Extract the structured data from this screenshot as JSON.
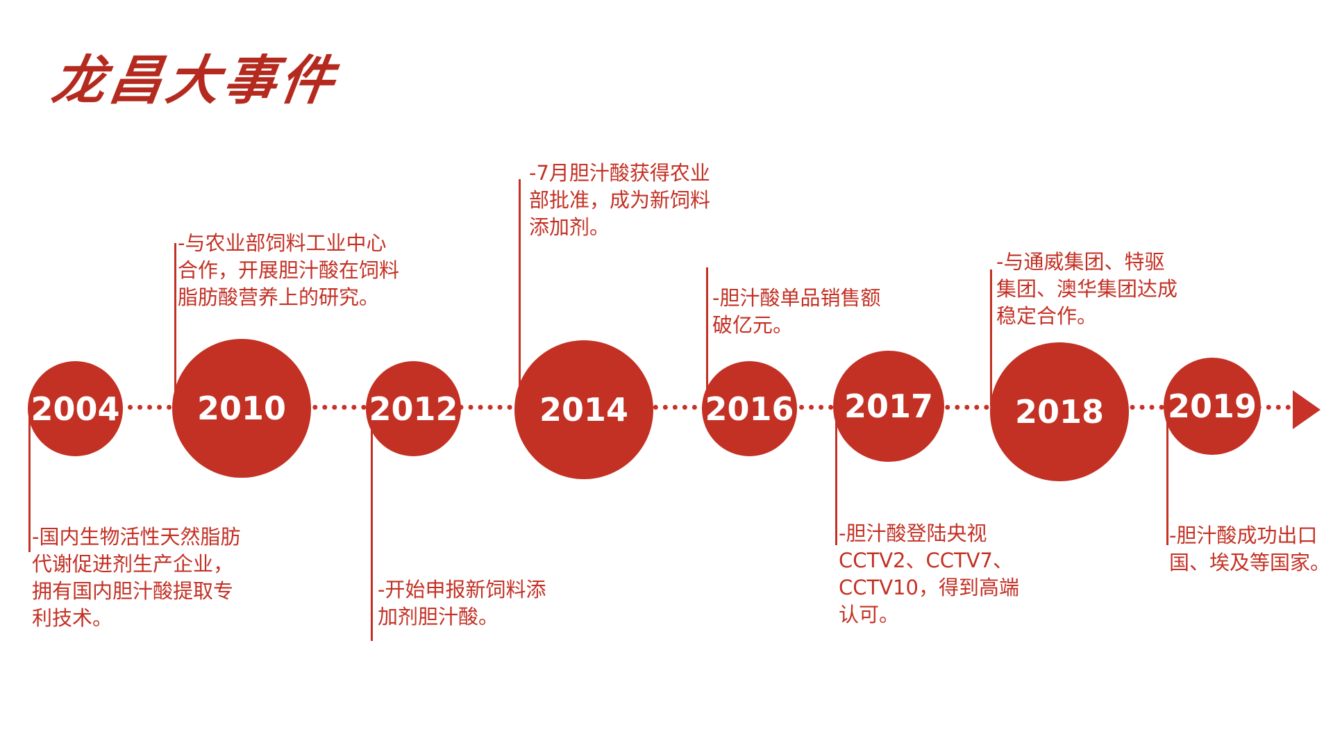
{
  "title": "龙昌大事件",
  "timeline": [
    {
      "year": "2004",
      "text": "-国内生物活性天然脂肪\n代谢促进剂生产企业，\n拥有国内胆汁酸提取专\n利技术。"
    },
    {
      "year": "2010",
      "text": "-与农业部饲料工业中心\n合作，开展胆汁酸在饲料\n脂肪酸营养上的研究。"
    },
    {
      "year": "2012",
      "text": "-开始申报新饲料添\n加剂胆汁酸。"
    },
    {
      "year": "2014",
      "text": "-7月胆汁酸获得农业\n部批准，成为新饲料\n添加剂。"
    },
    {
      "year": "2016",
      "text": "-胆汁酸单品销售额\n破亿元。"
    },
    {
      "year": "2017",
      "text": "-胆汁酸登陆央视\nCCTV2、CCTV7、\nCCTV10，得到高端\n认可。"
    },
    {
      "year": "2018",
      "text": "-与通威集团、特驱\n集团、澳华集团达成\n稳定合作。"
    },
    {
      "year": "2019",
      "text": "-胆汁酸成功出口\n国、埃及等国家。"
    }
  ],
  "colors": {
    "accent": "#c33024",
    "title": "#b52a1f"
  }
}
